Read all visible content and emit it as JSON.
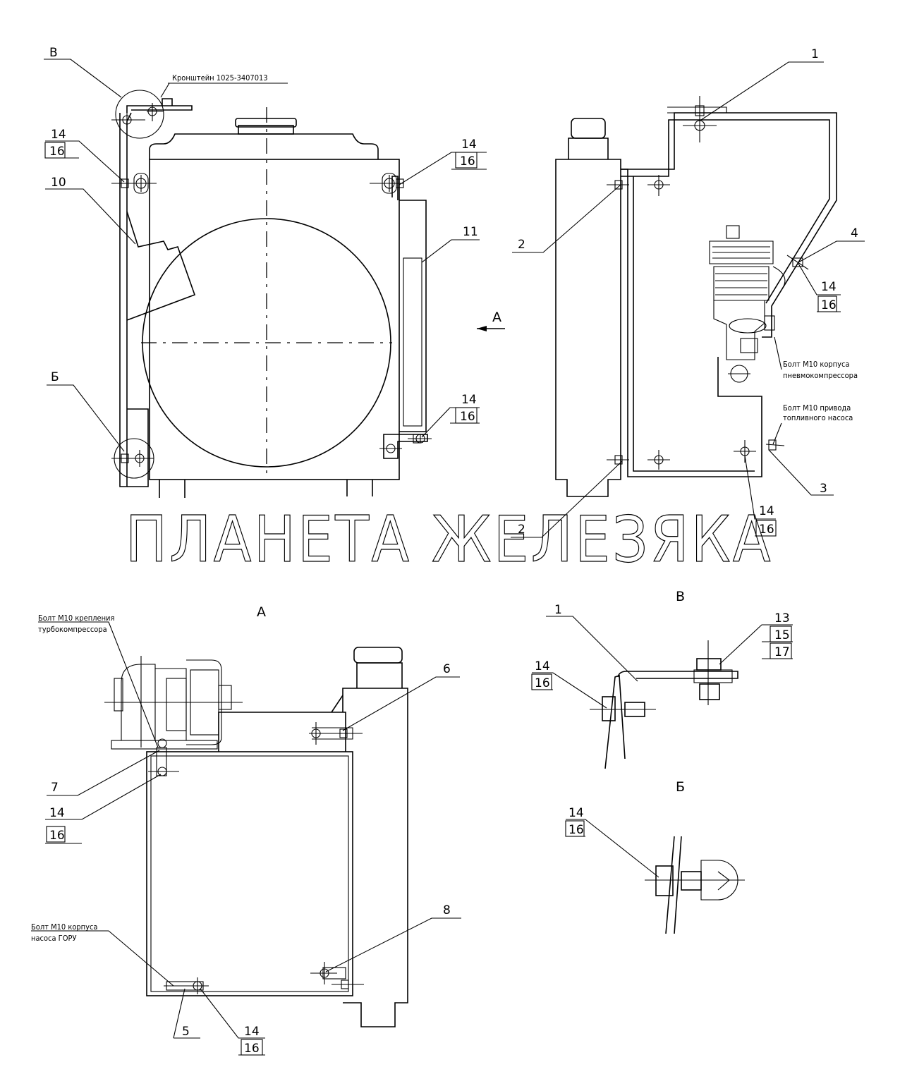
{
  "callouts": {
    "c1": "1",
    "c2": "2",
    "c3": "3",
    "c4": "4",
    "c5": "5",
    "c6": "6",
    "c7": "7",
    "c8": "8",
    "c10": "10",
    "c11": "11",
    "c13": "13",
    "c14": "14",
    "c15": "15",
    "c16": "16",
    "c17": "17"
  },
  "views": {
    "a": "А",
    "b": "Б",
    "v": "В"
  },
  "notes": {
    "bracket": "Кронштейн 1025-3407013",
    "compressor_bolt_1": "Болт М10 корпуса",
    "compressor_bolt_2": "пневмокомпрессора",
    "fuel_bolt_1": "Болт М10 привода",
    "fuel_bolt_2": "топливного насоса",
    "turbo_bolt_1": "Болт М10 крепления",
    "turbo_bolt_2": "турбокомпрессора",
    "goru_bolt_1": "Болт М10 корпуса",
    "goru_bolt_2": "насоса ГОРУ"
  },
  "watermark": "ПЛАНЕТА ЖЕЛЕЗЯКА"
}
